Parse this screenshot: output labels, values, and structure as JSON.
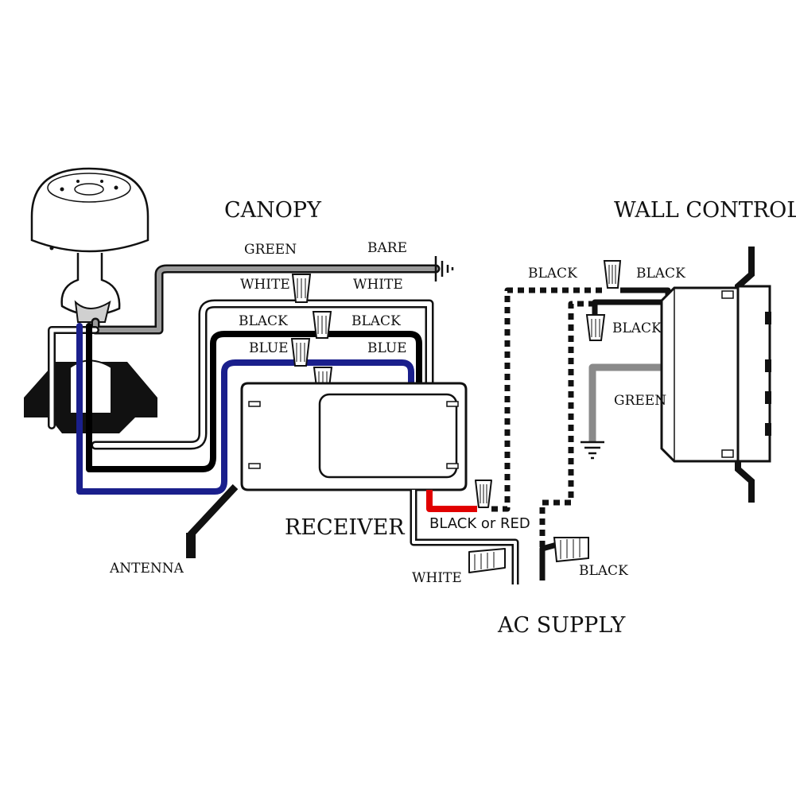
{
  "titles": {
    "canopy": "CANOPY",
    "wall_control": "WALL CONTROL",
    "receiver": "RECEIVER",
    "ac_supply": "AC SUPPLY",
    "antenna": "ANTENNA"
  },
  "wire_labels": {
    "green_top": "GREEN",
    "bare": "BARE",
    "white_left": "WHITE",
    "white_right": "WHITE",
    "black_left": "BLACK",
    "black_right": "BLACK",
    "blue_left": "BLUE",
    "blue_right": "BLUE",
    "black_or_red": "BLACK or RED",
    "white_supply": "WHITE",
    "black_supply": "BLACK",
    "black_wall_top_left": "BLACK",
    "black_wall_top_right": "BLACK",
    "black_wall_mid": "BLACK",
    "green_wall": "GREEN"
  },
  "colors": {
    "outline": "#111111",
    "green_wire": "#8a8a8a",
    "blue_wire": "#1a1f8c",
    "red_wire": "#e10000",
    "black_wire": "#000000",
    "white_wire": "#ffffff"
  }
}
